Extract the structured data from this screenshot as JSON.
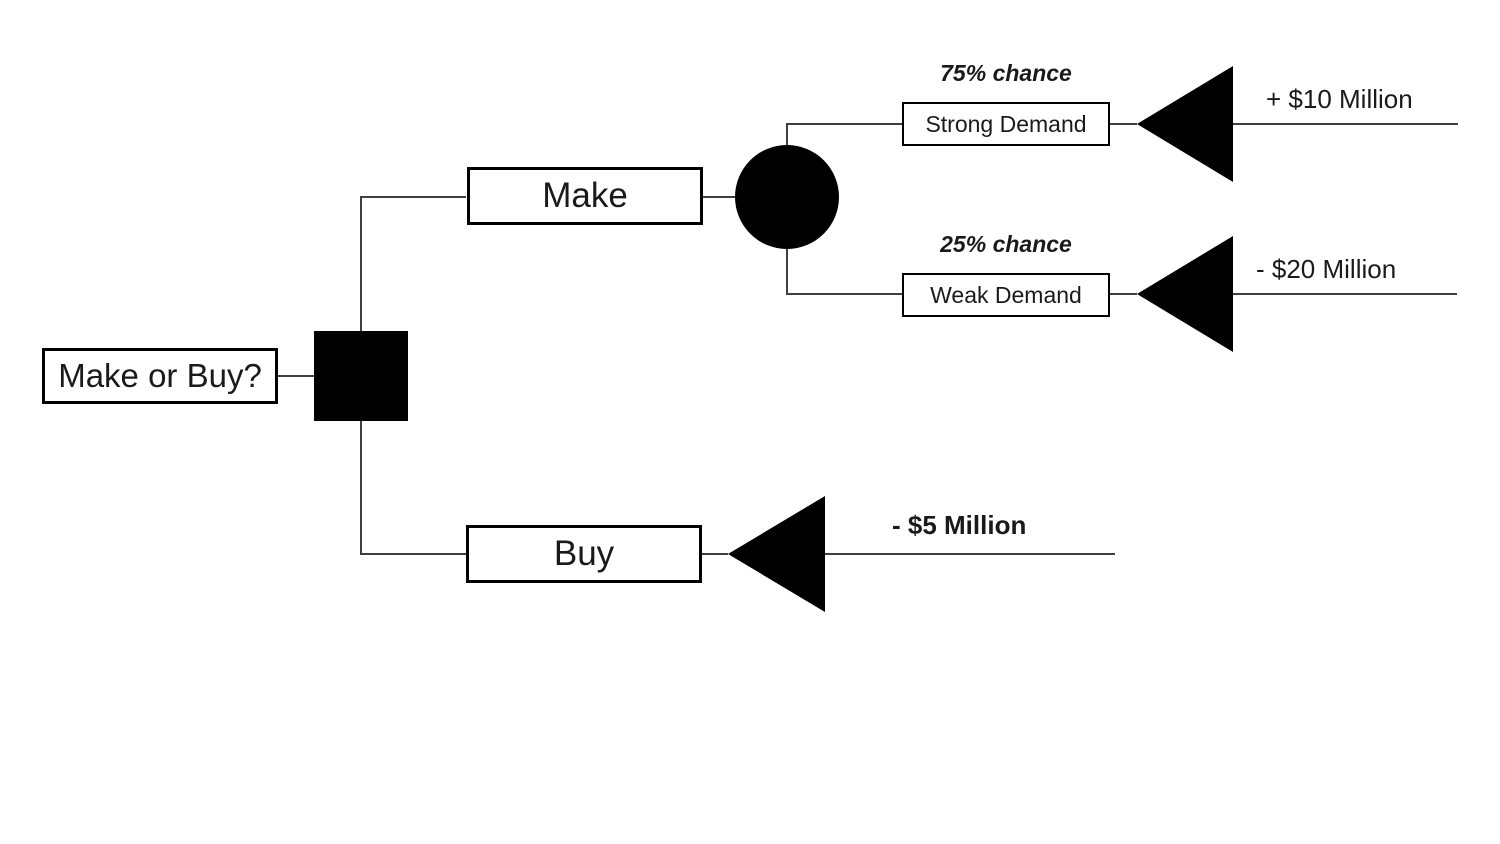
{
  "colors": {
    "background": "#ffffff",
    "node_fill": "#000000",
    "box_border": "#000000",
    "connector": "#3f3f3f",
    "text": "#1a1a1a"
  },
  "root": {
    "label": "Make or Buy?"
  },
  "branches": {
    "make": {
      "label": "Make"
    },
    "buy": {
      "label": "Buy",
      "payoff": "- $5 Million"
    }
  },
  "outcomes": {
    "strong": {
      "probability": "75% chance",
      "label": "Strong Demand",
      "payoff": "+ $10 Million"
    },
    "weak": {
      "probability": "25% chance",
      "label": "Weak Demand",
      "payoff": "- $20 Million"
    }
  }
}
